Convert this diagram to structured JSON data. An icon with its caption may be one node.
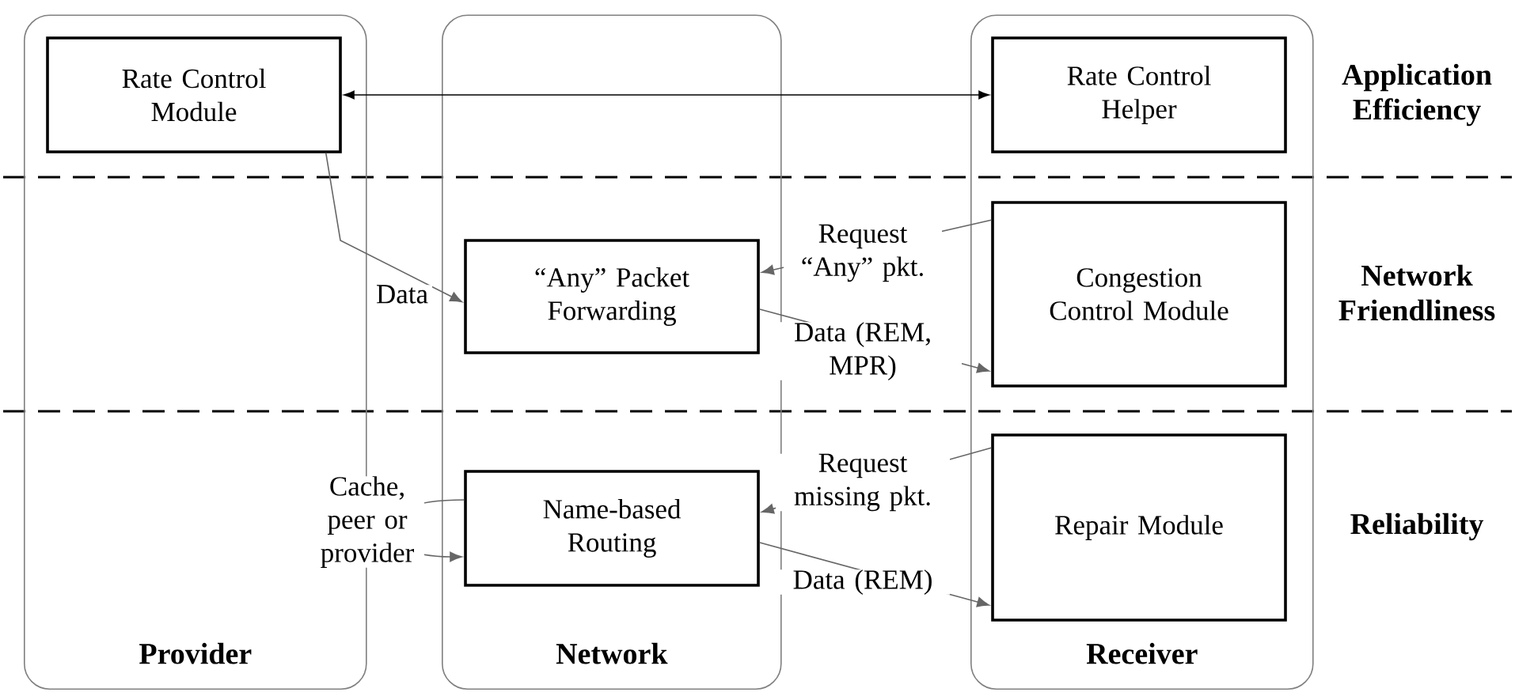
{
  "diagram": {
    "nodes": [
      {
        "text": [
          "Provider"
        ]
      },
      {
        "text": [
          "Network"
        ]
      },
      {
        "text": [
          "Receiver"
        ]
      },
      {
        "text": [
          "Rate Control Module"
        ],
        "in": 0
      },
      {
        "text": [
          "Rate Control Helper"
        ],
        "in": 2
      },
      {
        "text": [
          "“Any” Packet Forwarding"
        ],
        "in": 1
      },
      {
        "text": [
          "Congestion Control Module"
        ],
        "in": 2
      },
      {
        "text": [
          "Name-based Routing"
        ],
        "in": 1
      },
      {
        "text": [
          "Repair Module"
        ],
        "in": 2
      }
    ],
    "edges": [
      {
        "from": 3,
        "to": 4,
        "arrow": "both",
        "color": "#000000"
      },
      {
        "from": 3,
        "to": 5,
        "arrow": "to",
        "label": "Data"
      },
      {
        "from": 6,
        "to": 5,
        "arrow": "to",
        "label": "Request “Any” pkt."
      },
      {
        "from": 5,
        "to": 6,
        "arrow": "to",
        "label": "Data (REM, MPR)"
      },
      {
        "from": 7,
        "to": 7,
        "arrow": "to",
        "label": "Cache, peer or provider"
      },
      {
        "from": 8,
        "to": 7,
        "arrow": "to",
        "label": "Request missing pkt."
      },
      {
        "from": 7,
        "to": 8,
        "arrow": "to",
        "label": "Data (REM)"
      }
    ],
    "labels": [
      "Application Efficiency",
      "Network Friendliness",
      "Reliability"
    ]
  }
}
